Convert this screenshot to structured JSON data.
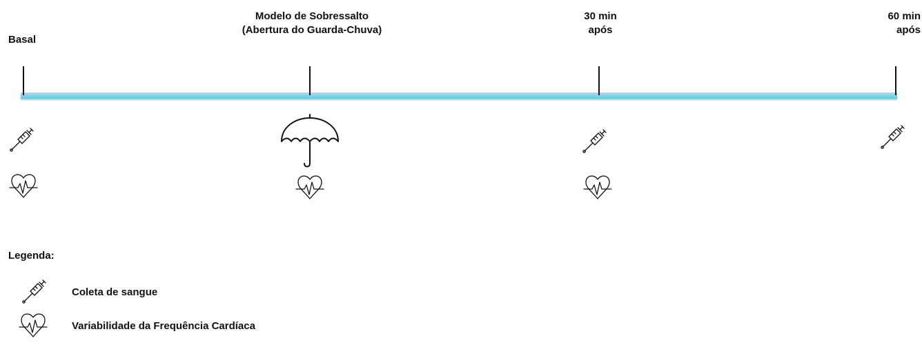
{
  "timeline": {
    "points": [
      {
        "label_line1": "Basal",
        "label_line2": ""
      },
      {
        "label_line1": "Modelo de Sobressalto",
        "label_line2": "(Abertura do Guarda-Chuva)"
      },
      {
        "label_line1": "30 min",
        "label_line2": "após"
      },
      {
        "label_line1": "60 min",
        "label_line2": "após"
      }
    ],
    "bar_color": "#5fc9e2"
  },
  "icons": {
    "blood": "syringe-icon",
    "hrv": "heart-rate-icon",
    "umbrella": "umbrella-icon"
  },
  "legend": {
    "title": "Legenda:",
    "items": [
      {
        "icon": "syringe-icon",
        "label": "Coleta de sangue"
      },
      {
        "icon": "heart-rate-icon",
        "label": "Variabilidade da Frequência Cardíaca"
      }
    ]
  }
}
